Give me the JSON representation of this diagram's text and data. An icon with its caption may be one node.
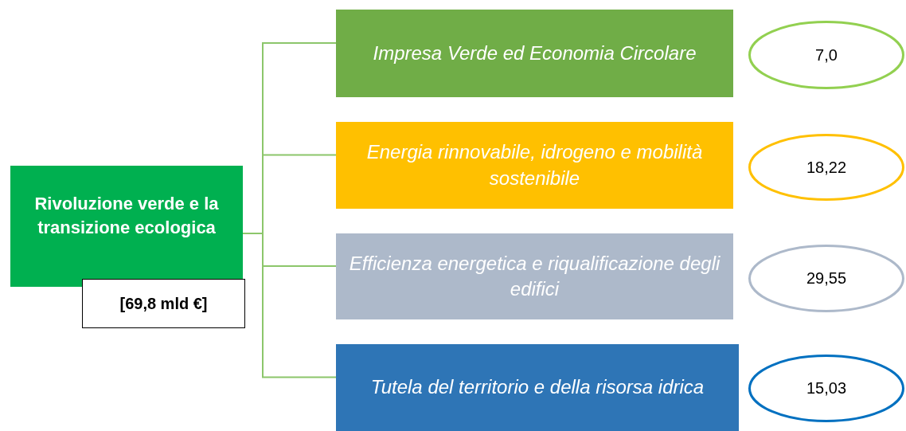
{
  "diagram": {
    "nodes": [
      {
        "text": [
          "Rivoluzione verde e la transizione ecologica"
        ]
      },
      {
        "text": [
          "[69,8 mld €]"
        ]
      },
      {
        "text": [
          "Impresa Verde ed Economia Circolare"
        ]
      },
      {
        "text": [
          "7,0"
        ]
      },
      {
        "text": [
          "Energia rinnovabile, idrogeno e mobilità sostenibile"
        ]
      },
      {
        "text": [
          "18,22"
        ]
      },
      {
        "text": [
          "Efficienza energetica e riqualificazione degli edifici"
        ]
      },
      {
        "text": [
          "29,55"
        ]
      },
      {
        "text": [
          "Tutela del territorio e della risorsa idrica"
        ]
      },
      {
        "text": [
          "15,03"
        ]
      }
    ],
    "edges": [
      {
        "from": 0,
        "to": 2,
        "arrow": "none"
      },
      {
        "from": 0,
        "to": 4,
        "arrow": "none"
      },
      {
        "from": 0,
        "to": 6,
        "arrow": "none"
      },
      {
        "from": 0,
        "to": 8,
        "arrow": "none"
      }
    ]
  }
}
